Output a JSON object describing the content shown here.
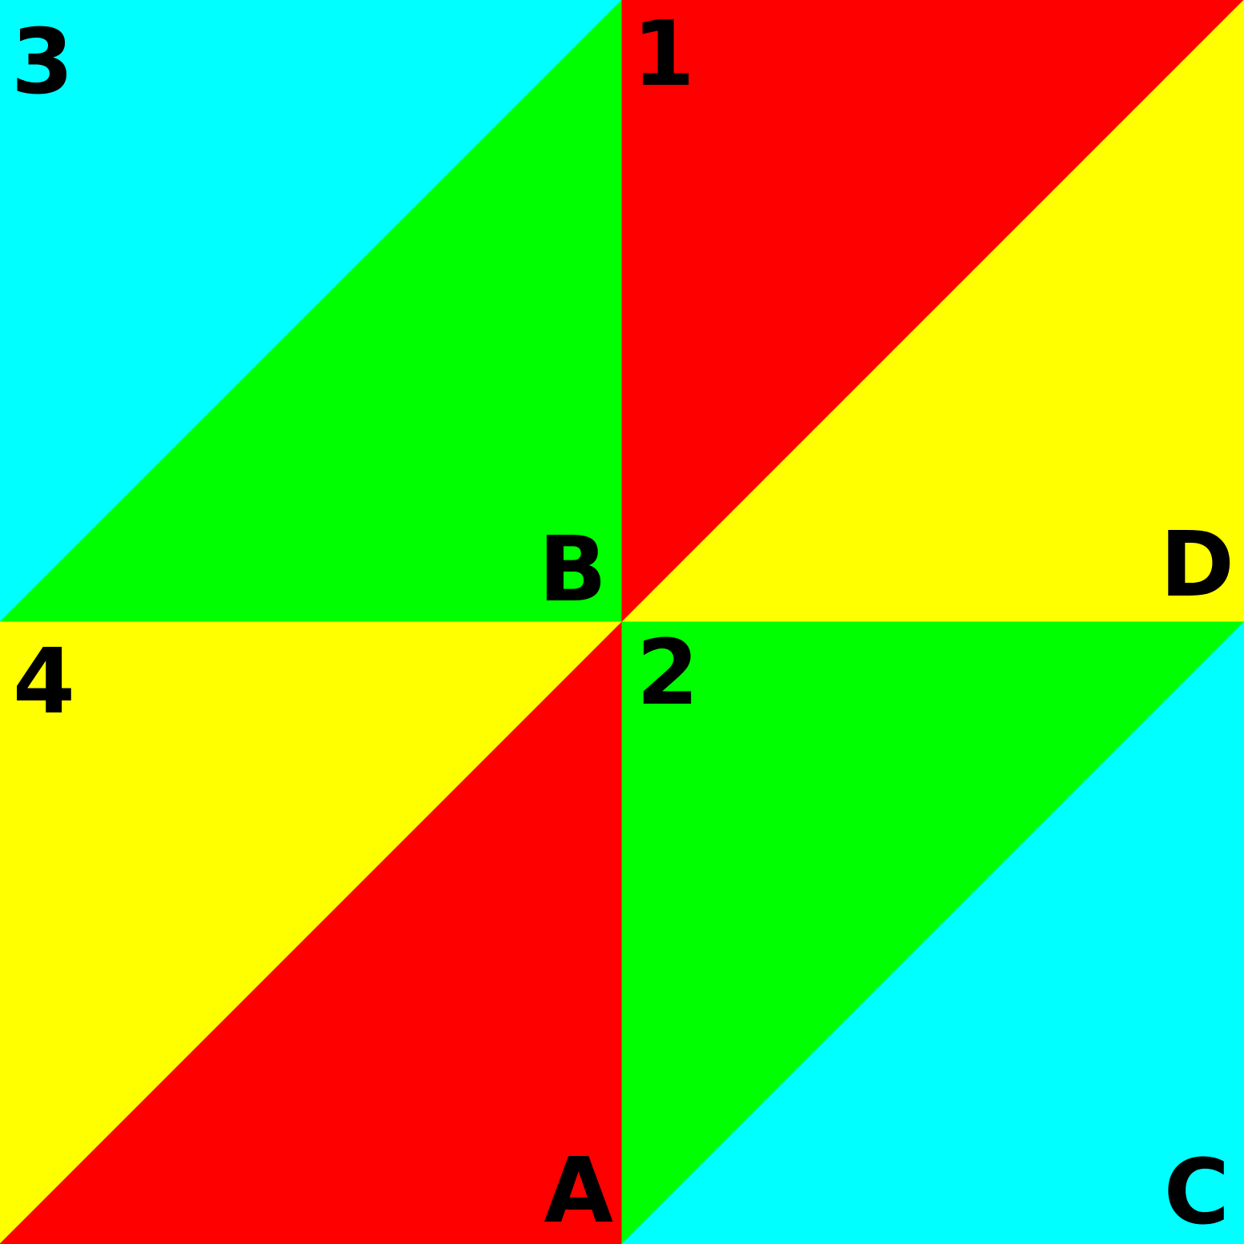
{
  "colors": {
    "red": "#ff0000",
    "yellow": "#ffff00",
    "green": "#00ff00",
    "cyan": "#00ffff",
    "text": "#000000"
  },
  "quadrants": {
    "top_left": {
      "number": "3",
      "letter": "B",
      "upper_triangle_color": "#00ffff",
      "lower_triangle_color": "#00ff00"
    },
    "top_right": {
      "number": "1",
      "letter": "D",
      "upper_triangle_color": "#ff0000",
      "lower_triangle_color": "#ffff00"
    },
    "bottom_left": {
      "number": "4",
      "letter": "A",
      "upper_triangle_color": "#ffff00",
      "lower_triangle_color": "#ff0000"
    },
    "bottom_right": {
      "number": "2",
      "letter": "C",
      "upper_triangle_color": "#00ff00",
      "lower_triangle_color": "#00ffff"
    }
  }
}
